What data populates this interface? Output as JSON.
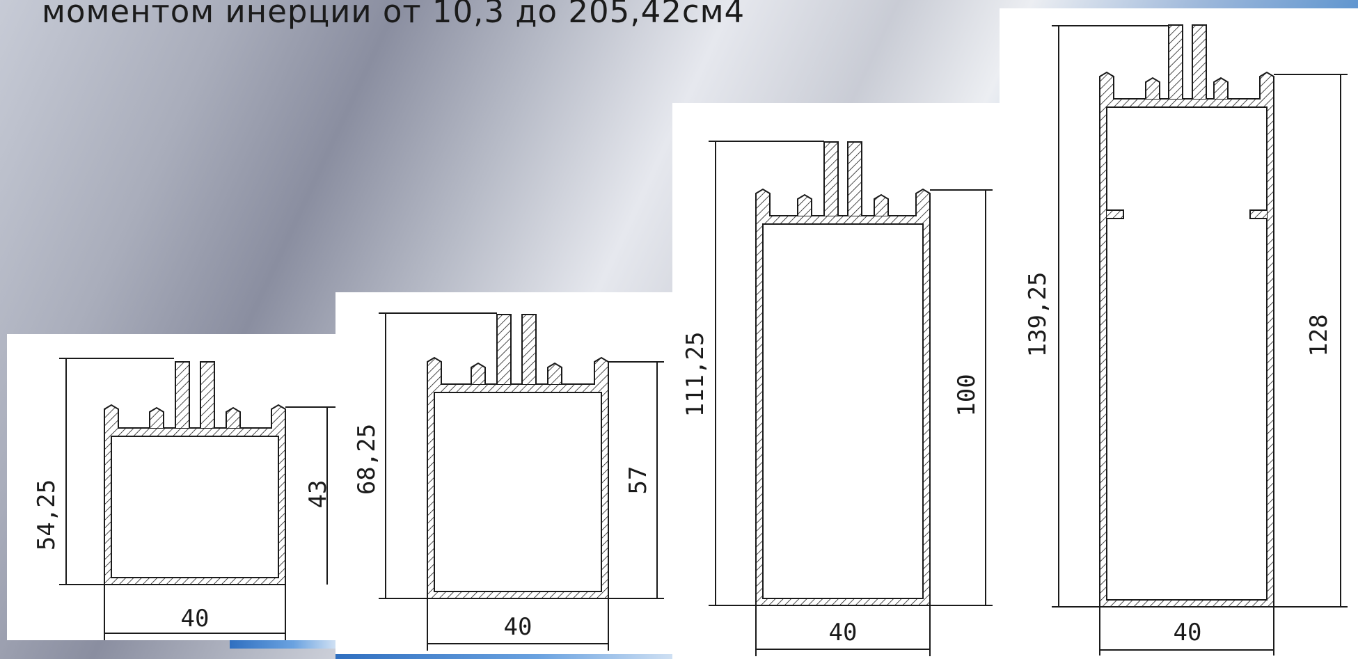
{
  "headline": "моментом инерции от 10,3 до 205,42см4",
  "colors": {
    "line": "#1a1a1a",
    "panel": "#ffffff",
    "accent_blue": "#3b7bc8"
  },
  "profiles": [
    {
      "id": "p1",
      "height_label": "54,25",
      "inner_label": "43",
      "width_label": "40"
    },
    {
      "id": "p2",
      "height_label": "68,25",
      "inner_label": "57",
      "width_label": "40"
    },
    {
      "id": "p3",
      "height_label": "111,25",
      "inner_label": "100",
      "width_label": "40"
    },
    {
      "id": "p4",
      "height_label": "139,25",
      "inner_label": "128",
      "width_label": "40"
    }
  ]
}
